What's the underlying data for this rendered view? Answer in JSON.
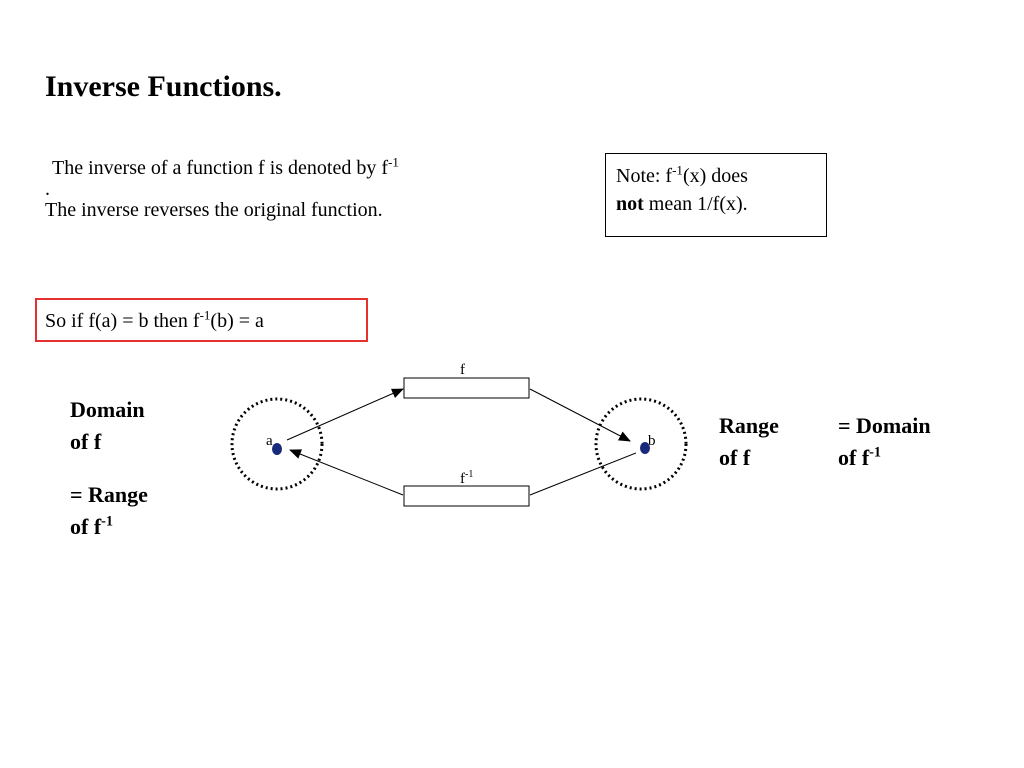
{
  "slide": {
    "title": "Inverse Functions.",
    "intro_line1": "The inverse of a function f is denoted by f",
    "intro_line1_sup": "-1",
    "intro_line2": ".",
    "intro_line3": "The inverse reverses the original function.",
    "note_pre": "Note: f",
    "note_sup": "-1",
    "note_mid": "(x) does",
    "note_bold": "not",
    "note_end": " mean 1/f(x).",
    "so_pre": "So   if  f(a) = b then f",
    "so_sup": "-1",
    "so_end": "(b) = a"
  },
  "labels": {
    "domain_l1": "Domain",
    "domain_l2": "of  f",
    "range_inv_l1": "= Range",
    "range_inv_l2": "of  f",
    "range_inv_sup": "-1",
    "range_l1": "Range",
    "range_l2": "of  f",
    "domain_inv_l1": "= Domain",
    "domain_inv_l2": "of  f",
    "domain_inv_sup": "-1"
  },
  "diagram": {
    "point_a": "a",
    "point_b": "b",
    "f_label": "f",
    "finv_label": "f",
    "finv_sup": "-1",
    "dot_color": "#1a2a7a"
  }
}
